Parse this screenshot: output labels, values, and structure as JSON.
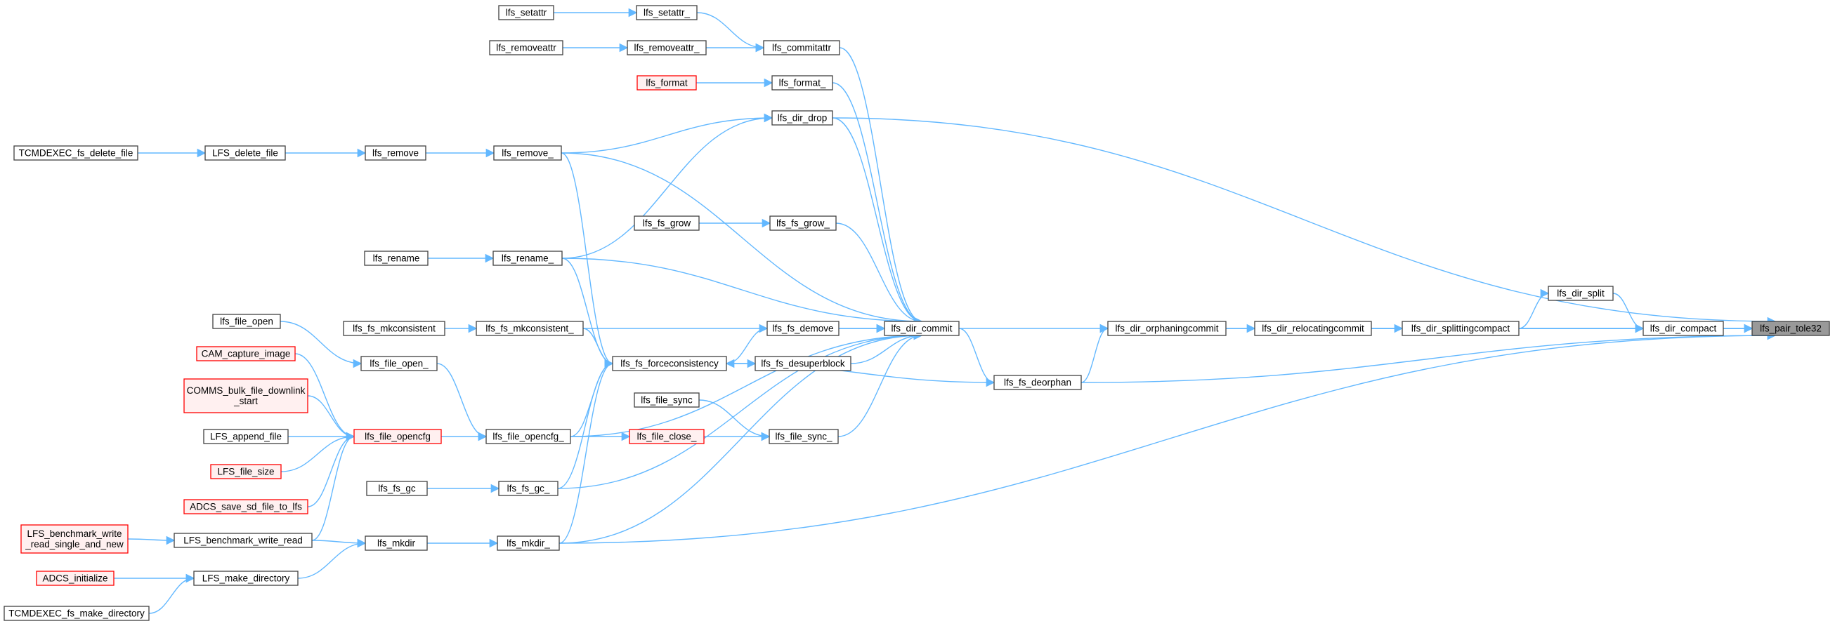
{
  "diagram": {
    "type": "call-graph",
    "colors": {
      "edge": "#63b8ff",
      "node_fill": "#ffffff",
      "node_border": "#404040",
      "truncated_fill": "#fff0f0",
      "truncated_border": "#ff0000",
      "focus_fill": "#999999"
    },
    "nodes": [
      {
        "id": "n_setattr",
        "label": "lfs_setattr",
        "style": "normal"
      },
      {
        "id": "n_setattr_",
        "label": "lfs_setattr_",
        "style": "normal"
      },
      {
        "id": "n_removeattr",
        "label": "lfs_removeattr",
        "style": "normal"
      },
      {
        "id": "n_removeattr_",
        "label": "lfs_removeattr_",
        "style": "normal"
      },
      {
        "id": "n_commitattr",
        "label": "lfs_commitattr",
        "style": "normal"
      },
      {
        "id": "n_format",
        "label": "lfs_format",
        "style": "truncated"
      },
      {
        "id": "n_format_",
        "label": "lfs_format_",
        "style": "normal"
      },
      {
        "id": "n_dir_drop",
        "label": "lfs_dir_drop",
        "style": "normal"
      },
      {
        "id": "n_tcm_delete",
        "label": "TCMDEXEC_fs_delete_file",
        "style": "normal"
      },
      {
        "id": "n_LFS_delete",
        "label": "LFS_delete_file",
        "style": "normal"
      },
      {
        "id": "n_remove",
        "label": "lfs_remove",
        "style": "normal"
      },
      {
        "id": "n_remove_",
        "label": "lfs_remove_",
        "style": "normal"
      },
      {
        "id": "n_fs_grow",
        "label": "lfs_fs_grow",
        "style": "normal"
      },
      {
        "id": "n_fs_grow_",
        "label": "lfs_fs_grow_",
        "style": "normal"
      },
      {
        "id": "n_rename",
        "label": "lfs_rename",
        "style": "normal"
      },
      {
        "id": "n_rename_",
        "label": "lfs_rename_",
        "style": "normal"
      },
      {
        "id": "n_dir_split",
        "label": "lfs_dir_split",
        "style": "normal"
      },
      {
        "id": "n_file_open",
        "label": "lfs_file_open",
        "style": "normal"
      },
      {
        "id": "n_fs_mkconsistent",
        "label": "lfs_fs_mkconsistent",
        "style": "normal"
      },
      {
        "id": "n_fs_mkconsistent_",
        "label": "lfs_fs_mkconsistent_",
        "style": "normal"
      },
      {
        "id": "n_fs_demove",
        "label": "lfs_fs_demove",
        "style": "normal"
      },
      {
        "id": "n_dir_commit",
        "label": "lfs_dir_commit",
        "style": "normal"
      },
      {
        "id": "n_dir_orphaningcommit",
        "label": "lfs_dir_orphaningcommit",
        "style": "normal"
      },
      {
        "id": "n_dir_relocatingcommit",
        "label": "lfs_dir_relocatingcommit",
        "style": "normal"
      },
      {
        "id": "n_dir_splittingcompact",
        "label": "lfs_dir_splittingcompact",
        "style": "normal"
      },
      {
        "id": "n_dir_compact",
        "label": "lfs_dir_compact",
        "style": "normal"
      },
      {
        "id": "n_pair_tole32",
        "label": "lfs_pair_tole32",
        "style": "focus"
      },
      {
        "id": "n_cam_capture",
        "label": "CAM_capture_image",
        "style": "truncated"
      },
      {
        "id": "n_file_open_",
        "label": "lfs_file_open_",
        "style": "normal"
      },
      {
        "id": "n_fs_forceconsistency",
        "label": "lfs_fs_forceconsistency",
        "style": "normal"
      },
      {
        "id": "n_fs_desuperblock",
        "label": "lfs_fs_desuperblock",
        "style": "normal"
      },
      {
        "id": "n_fs_deorphan",
        "label": "lfs_fs_deorphan",
        "style": "normal"
      },
      {
        "id": "n_comms_bulk",
        "label": "COMMS_bulk_file_downlink\n_start",
        "style": "truncated"
      },
      {
        "id": "n_file_sync",
        "label": "lfs_file_sync",
        "style": "normal"
      },
      {
        "id": "n_LFS_append",
        "label": "LFS_append_file",
        "style": "normal"
      },
      {
        "id": "n_file_opencfg",
        "label": "lfs_file_opencfg",
        "style": "truncated"
      },
      {
        "id": "n_file_opencfg_",
        "label": "lfs_file_opencfg_",
        "style": "normal"
      },
      {
        "id": "n_file_close_",
        "label": "lfs_file_close_",
        "style": "truncated"
      },
      {
        "id": "n_file_sync_",
        "label": "lfs_file_sync_",
        "style": "normal"
      },
      {
        "id": "n_LFS_file_size",
        "label": "LFS_file_size",
        "style": "truncated"
      },
      {
        "id": "n_fs_gc",
        "label": "lfs_fs_gc",
        "style": "normal"
      },
      {
        "id": "n_fs_gc_",
        "label": "lfs_fs_gc_",
        "style": "normal"
      },
      {
        "id": "n_adcs_save",
        "label": "ADCS_save_sd_file_to_lfs",
        "style": "truncated"
      },
      {
        "id": "n_lfs_bench_rs",
        "label": "LFS_benchmark_write\n_read_single_and_new",
        "style": "truncated"
      },
      {
        "id": "n_lfs_bench_wr",
        "label": "LFS_benchmark_write_read",
        "style": "normal"
      },
      {
        "id": "n_mkdir",
        "label": "lfs_mkdir",
        "style": "normal"
      },
      {
        "id": "n_mkdir_",
        "label": "lfs_mkdir_",
        "style": "normal"
      },
      {
        "id": "n_adcs_init",
        "label": "ADCS_initialize",
        "style": "truncated"
      },
      {
        "id": "n_LFS_make_dir",
        "label": "LFS_make_directory",
        "style": "normal"
      },
      {
        "id": "n_tcm_make_dir",
        "label": "TCMDEXEC_fs_make_directory",
        "style": "normal"
      }
    ],
    "edges": [
      {
        "from": "n_setattr",
        "to": "n_setattr_"
      },
      {
        "from": "n_setattr_",
        "to": "n_commitattr"
      },
      {
        "from": "n_removeattr",
        "to": "n_removeattr_"
      },
      {
        "from": "n_removeattr_",
        "to": "n_commitattr"
      },
      {
        "from": "n_commitattr",
        "to": "n_dir_commit"
      },
      {
        "from": "n_format",
        "to": "n_format_"
      },
      {
        "from": "n_format_",
        "to": "n_dir_commit"
      },
      {
        "from": "n_dir_drop",
        "to": "n_dir_commit"
      },
      {
        "from": "n_dir_drop",
        "to": "n_pair_tole32"
      },
      {
        "from": "n_tcm_delete",
        "to": "n_LFS_delete"
      },
      {
        "from": "n_LFS_delete",
        "to": "n_remove"
      },
      {
        "from": "n_remove",
        "to": "n_remove_"
      },
      {
        "from": "n_remove_",
        "to": "n_dir_drop"
      },
      {
        "from": "n_remove_",
        "to": "n_dir_commit"
      },
      {
        "from": "n_remove_",
        "to": "n_fs_forceconsistency"
      },
      {
        "from": "n_fs_grow",
        "to": "n_fs_grow_"
      },
      {
        "from": "n_fs_grow_",
        "to": "n_dir_commit"
      },
      {
        "from": "n_rename",
        "to": "n_rename_"
      },
      {
        "from": "n_rename_",
        "to": "n_dir_drop"
      },
      {
        "from": "n_rename_",
        "to": "n_dir_commit"
      },
      {
        "from": "n_rename_",
        "to": "n_fs_forceconsistency"
      },
      {
        "from": "n_fs_mkconsistent",
        "to": "n_fs_mkconsistent_"
      },
      {
        "from": "n_fs_mkconsistent_",
        "to": "n_dir_commit"
      },
      {
        "from": "n_fs_mkconsistent_",
        "to": "n_fs_forceconsistency"
      },
      {
        "from": "n_fs_demove",
        "to": "n_dir_commit"
      },
      {
        "from": "n_fs_desuperblock",
        "to": "n_dir_commit"
      },
      {
        "from": "n_fs_forceconsistency",
        "to": "n_fs_demove"
      },
      {
        "from": "n_fs_forceconsistency",
        "to": "n_fs_desuperblock"
      },
      {
        "from": "n_fs_deorphan",
        "to": "n_fs_forceconsistency"
      },
      {
        "from": "n_dir_commit",
        "to": "n_dir_orphaningcommit"
      },
      {
        "from": "n_dir_commit",
        "to": "n_fs_deorphan"
      },
      {
        "from": "n_fs_deorphan",
        "to": "n_dir_orphaningcommit"
      },
      {
        "from": "n_fs_deorphan",
        "to": "n_pair_tole32"
      },
      {
        "from": "n_dir_orphaningcommit",
        "to": "n_dir_relocatingcommit"
      },
      {
        "from": "n_dir_orphaningcommit",
        "to": "n_pair_tole32"
      },
      {
        "from": "n_dir_relocatingcommit",
        "to": "n_dir_splittingcompact"
      },
      {
        "from": "n_dir_relocatingcommit",
        "to": "n_pair_tole32"
      },
      {
        "from": "n_dir_splittingcompact",
        "to": "n_dir_split"
      },
      {
        "from": "n_dir_splittingcompact",
        "to": "n_dir_compact"
      },
      {
        "from": "n_dir_split",
        "to": "n_dir_compact"
      },
      {
        "from": "n_dir_compact",
        "to": "n_pair_tole32"
      },
      {
        "from": "n_file_open",
        "to": "n_file_open_"
      },
      {
        "from": "n_file_open_",
        "to": "n_file_opencfg_"
      },
      {
        "from": "n_cam_capture",
        "to": "n_file_opencfg"
      },
      {
        "from": "n_comms_bulk",
        "to": "n_file_opencfg"
      },
      {
        "from": "n_LFS_append",
        "to": "n_file_opencfg"
      },
      {
        "from": "n_LFS_file_size",
        "to": "n_file_opencfg"
      },
      {
        "from": "n_adcs_save",
        "to": "n_file_opencfg"
      },
      {
        "from": "n_lfs_bench_wr",
        "to": "n_file_opencfg"
      },
      {
        "from": "n_file_opencfg",
        "to": "n_file_opencfg_"
      },
      {
        "from": "n_file_opencfg_",
        "to": "n_fs_forceconsistency"
      },
      {
        "from": "n_file_opencfg_",
        "to": "n_file_close_"
      },
      {
        "from": "n_file_opencfg_",
        "to": "n_dir_commit"
      },
      {
        "from": "n_file_close_",
        "to": "n_file_sync_"
      },
      {
        "from": "n_file_sync",
        "to": "n_file_sync_"
      },
      {
        "from": "n_file_sync_",
        "to": "n_dir_commit"
      },
      {
        "from": "n_fs_gc",
        "to": "n_fs_gc_"
      },
      {
        "from": "n_fs_gc_",
        "to": "n_fs_forceconsistency"
      },
      {
        "from": "n_fs_gc_",
        "to": "n_dir_commit"
      },
      {
        "from": "n_lfs_bench_rs",
        "to": "n_lfs_bench_wr"
      },
      {
        "from": "n_lfs_bench_wr",
        "to": "n_mkdir"
      },
      {
        "from": "n_adcs_init",
        "to": "n_LFS_make_dir"
      },
      {
        "from": "n_tcm_make_dir",
        "to": "n_LFS_make_dir"
      },
      {
        "from": "n_LFS_make_dir",
        "to": "n_mkdir"
      },
      {
        "from": "n_mkdir",
        "to": "n_mkdir_"
      },
      {
        "from": "n_mkdir_",
        "to": "n_fs_forceconsistency"
      },
      {
        "from": "n_mkdir_",
        "to": "n_dir_commit"
      },
      {
        "from": "n_mkdir_",
        "to": "n_pair_tole32"
      }
    ]
  }
}
